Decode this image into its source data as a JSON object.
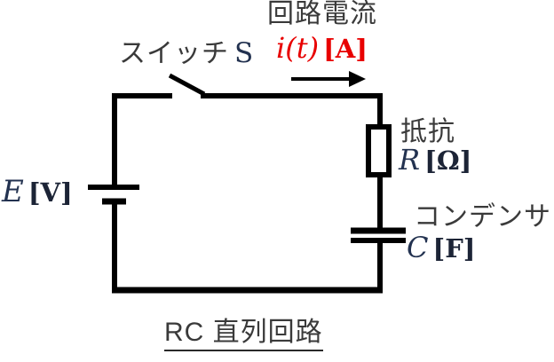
{
  "diagram": {
    "caption": "RC 直列回路",
    "labels": {
      "current": {
        "title": "回路電流",
        "symbol": "i(t)",
        "unit": "[A]"
      },
      "switch": {
        "name": "スイッチ",
        "symbol": "S"
      },
      "source": {
        "symbol": "E",
        "unit": "[V]"
      },
      "resistor": {
        "name": "抵抗",
        "symbol": "R",
        "unit": "[Ω]"
      },
      "capacitor": {
        "name": "コンデンサ",
        "symbol": "C",
        "unit": "[F]"
      }
    },
    "colors": {
      "wire": "#000000",
      "label_text": "#3a3a3a",
      "math_symbol": "#233250",
      "current_accent": "#e80000",
      "background": "#ffffff"
    },
    "icons": {
      "current_direction": "right-arrow"
    }
  }
}
